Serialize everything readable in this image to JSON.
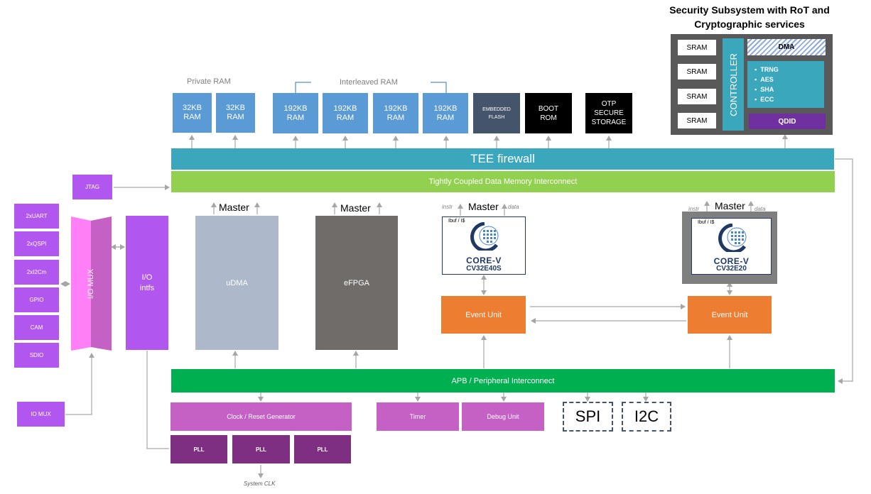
{
  "security": {
    "title_line1": "Security Subsystem with RoT and",
    "title_line2": "Cryptographic services",
    "srams": [
      "SRAM",
      "SRAM",
      "SRAM",
      "SRAM"
    ],
    "controller": "CONTROLLER",
    "dma": "DMA",
    "crypto": [
      "TRNG",
      "AES",
      "SHA",
      "ECC"
    ],
    "qdid": "QDID"
  },
  "memory": {
    "private_label": "Private RAM",
    "interleaved_label": "Interleaved RAM",
    "private": [
      {
        "l1": "32KB",
        "l2": "RAM"
      },
      {
        "l1": "32KB",
        "l2": "RAM"
      }
    ],
    "interleaved": [
      {
        "l1": "192KB",
        "l2": "RAM"
      },
      {
        "l1": "192KB",
        "l2": "RAM"
      },
      {
        "l1": "192KB",
        "l2": "RAM"
      },
      {
        "l1": "192KB",
        "l2": "RAM"
      }
    ],
    "flash_l1": "EMBEDDED",
    "flash_l2": "FLASH",
    "bootrom_l1": "BOOT",
    "bootrom_l2": "ROM",
    "otp_l1": "OTP",
    "otp_l2": "SECURE",
    "otp_l3": "STORAGE"
  },
  "buses": {
    "tee": "TEE firewall",
    "tcdm": "Tightly Coupled Data Memory Interconnect",
    "apb": "APB / Peripheral Interconnect"
  },
  "jtag": "JTAG",
  "peripherals_left": [
    "2xUART",
    "2xQSPI",
    "2xI2Cm",
    "GPIO",
    "CAM",
    "SDIO"
  ],
  "io_mux_big": "I/O MUX",
  "io_intfs_l1": "I/O",
  "io_intfs_l2": "intfs",
  "io_mux_small": "IO MUX",
  "masters": {
    "master_label": "Master",
    "instr": "instr",
    "data": "data",
    "udma": "uDMA",
    "efpga": "eFPGA"
  },
  "cores": [
    {
      "ibuf": "Ibuf / I$",
      "brand": "CORE-V",
      "name": "CV32E40S"
    },
    {
      "ibuf": "Ibuf / I$",
      "brand": "CORE-V",
      "name": "CV32E20"
    }
  ],
  "event_unit": "Event Unit",
  "bottom": {
    "clock": "Clock / Reset Generator",
    "timer": "Timer",
    "debug": "Debug Unit",
    "plls": [
      "PLL",
      "PLL",
      "PLL"
    ],
    "spi": "SPI",
    "i2c": "I2C",
    "sysclk": "System CLK"
  },
  "colors": {
    "tee": "#3aa7bd",
    "tcdm": "#92d050",
    "apb": "#00b050",
    "ram": "#5b9bd5",
    "efpga": "#6f6c6a",
    "udma": "#adb9ca"
  }
}
